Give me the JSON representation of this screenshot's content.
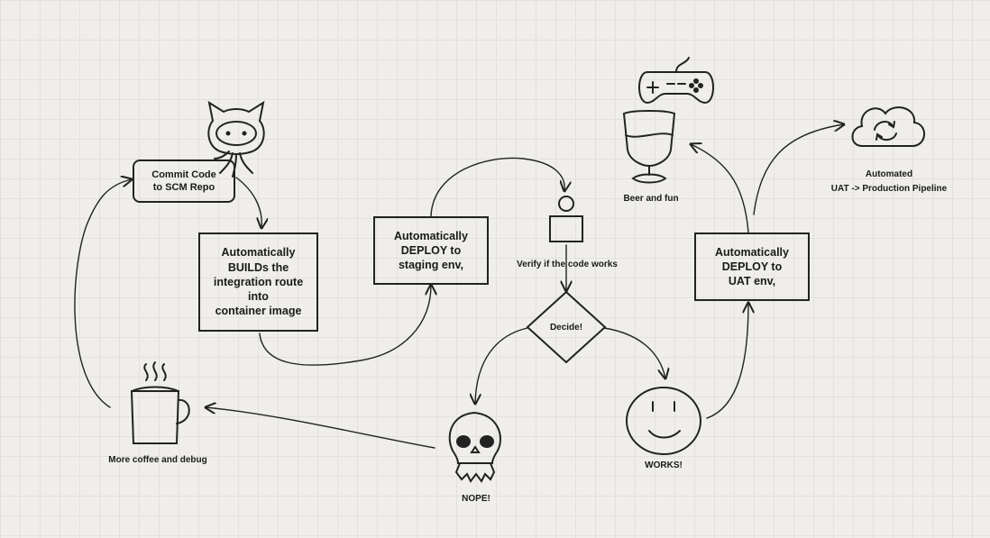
{
  "nodes": {
    "commit": "Commit Code\nto SCM Repo",
    "build": "Automatically\nBUILDs the\nintegration route\ninto\ncontainer image",
    "deploy_staging": "Automatically\nDEPLOY to\nstaging env,",
    "verify": "Verify if the code works",
    "decide": "Decide!",
    "works": "WORKS!",
    "nope": "NOPE!",
    "coffee": "More coffee and debug",
    "deploy_uat": "Automatically\nDEPLOY to\nUAT env,",
    "beer": "Beer and fun",
    "pipeline": "Automated\nUAT -> Production Pipeline"
  },
  "icons": [
    "github-octocat-icon",
    "person-icon",
    "smiley-face-icon",
    "skull-icon",
    "coffee-mug-icon",
    "game-controller-icon",
    "wine-glass-icon",
    "cloud-sync-icon"
  ],
  "colors": {
    "ink": "#222222",
    "background": "#efeeeb",
    "grid": "#e2e1dd"
  }
}
